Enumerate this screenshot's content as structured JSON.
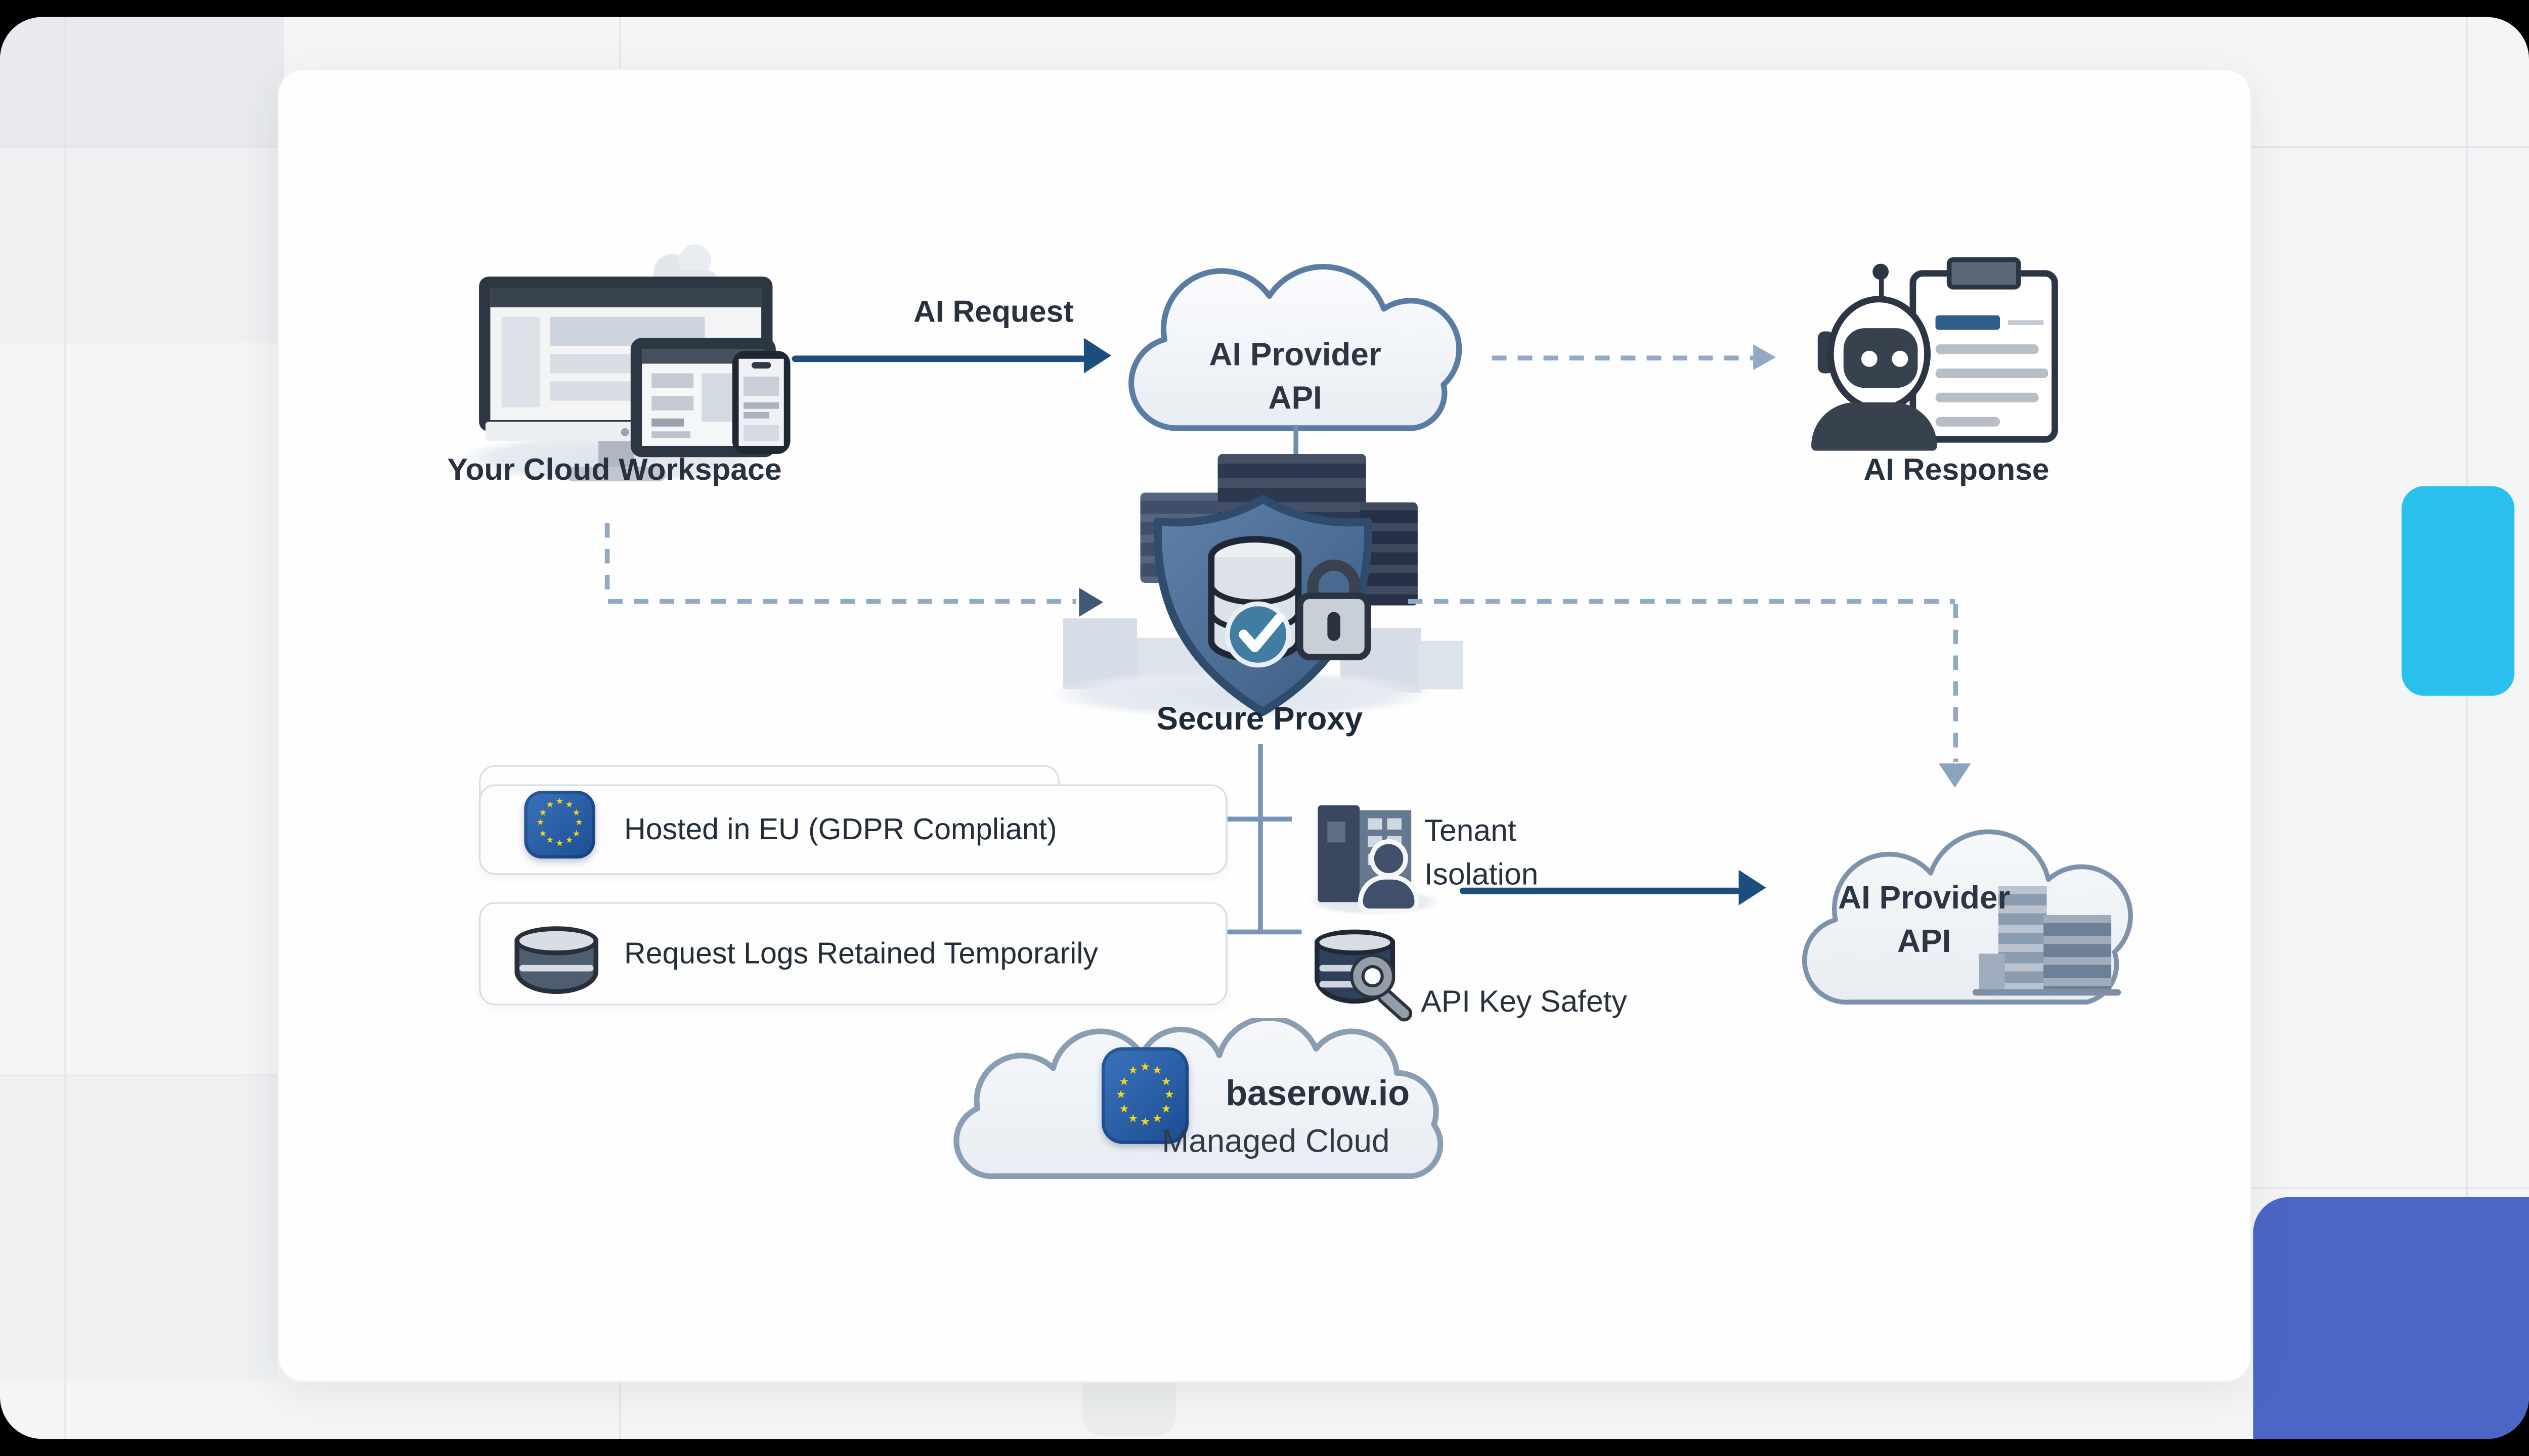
{
  "diagram": {
    "workspace": {
      "label": "Your Cloud Workspace"
    },
    "request_arrow": {
      "label": "AI Request"
    },
    "provider_cloud_top": {
      "line1": "AI Provider",
      "line2": "API"
    },
    "response": {
      "label": "AI Response"
    },
    "proxy": {
      "label": "Secure Proxy"
    },
    "features": [
      {
        "icon": "eu-flag-icon",
        "label": "Hosted in EU (GDPR Compliant)"
      },
      {
        "icon": "database-icon",
        "label": "Request Logs Retained Temporarily"
      }
    ],
    "tenant": {
      "line1": "Tenant",
      "line2": "Isolation"
    },
    "api_key": {
      "label": "API Key Safety"
    },
    "provider_cloud_right": {
      "line1": "AI Provider",
      "line2": "API"
    },
    "managed_cloud": {
      "brand": "baserow.io",
      "label": "Managed Cloud"
    }
  },
  "colors": {
    "solid_arrow": "#1d4d7c",
    "dashed_line": "#92a9c5",
    "connector": "#7995b6",
    "eu_blue": "#1c4c92",
    "star_yellow": "#f6d31c",
    "accent_cyan": "#2ac0ee",
    "accent_indigo": "#4b66c5",
    "text_dark": "#25303e"
  }
}
